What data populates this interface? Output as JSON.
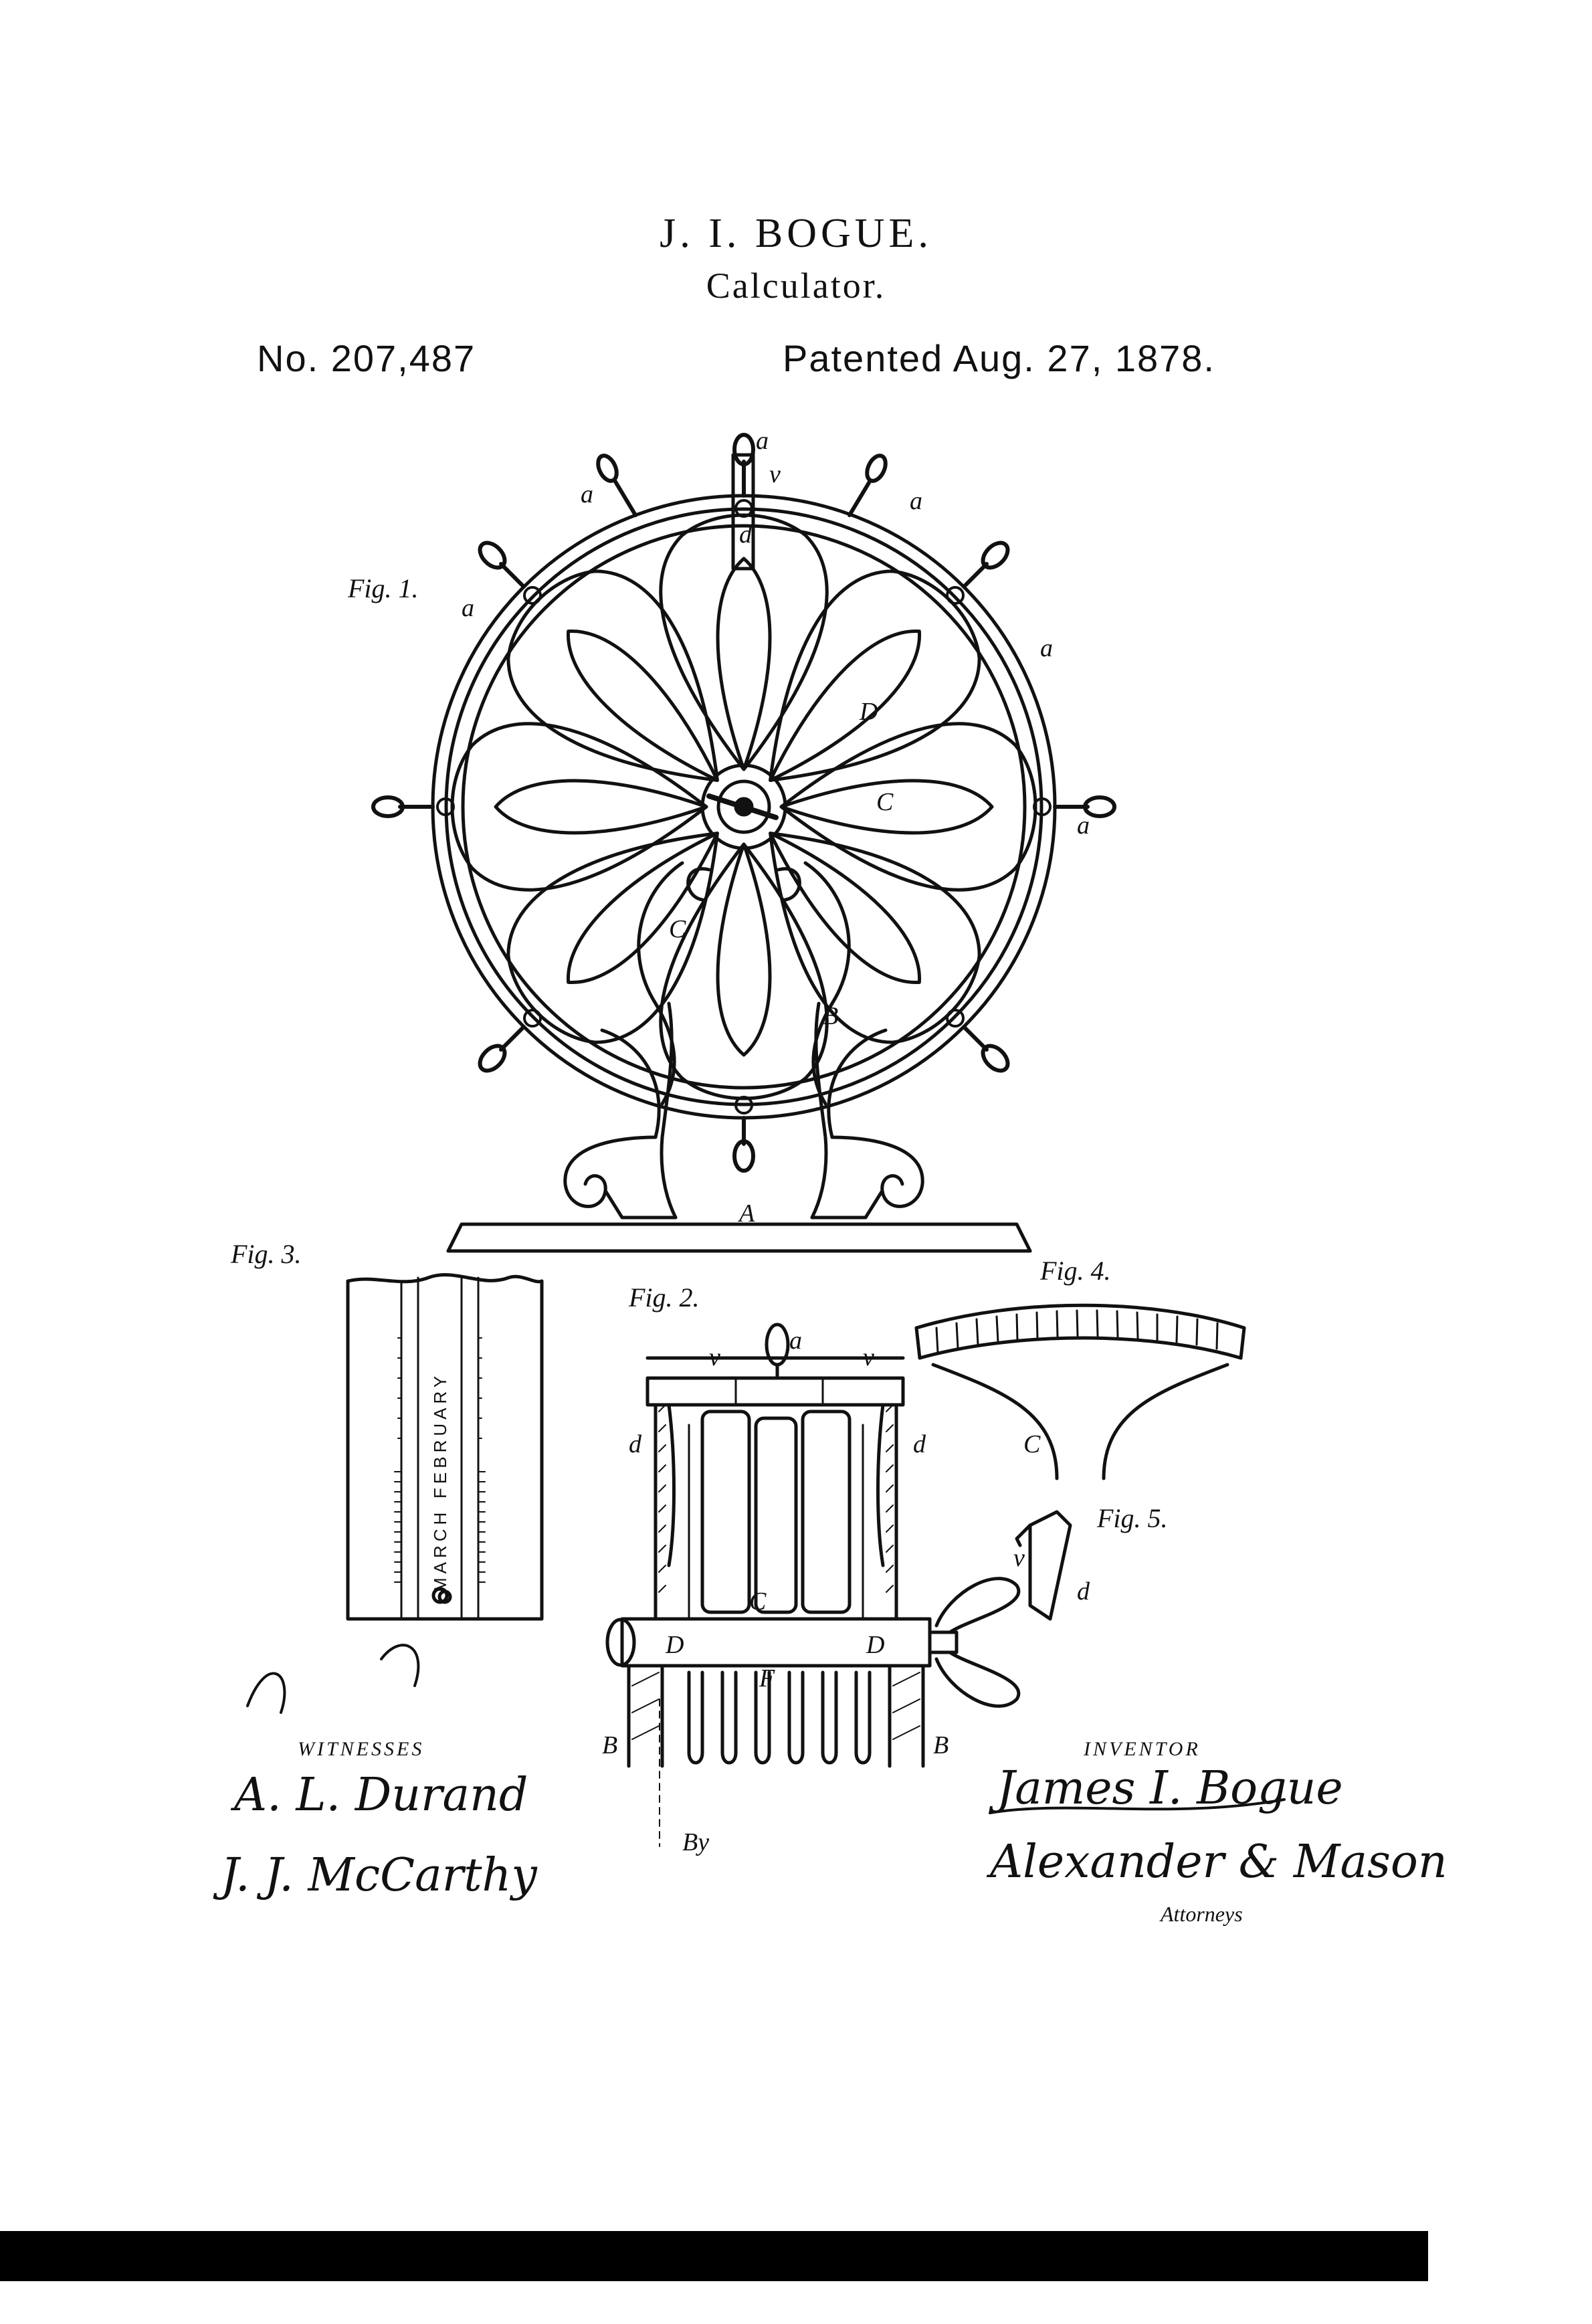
{
  "header": {
    "inventor": "J. I. BOGUE.",
    "subject": "Calculator.",
    "patent_number": "No. 207,487",
    "patented_date": "Patented Aug. 27, 1878."
  },
  "figures": {
    "fig1": "Fig. 1.",
    "fig2": "Fig. 2.",
    "fig3": "Fig. 3.",
    "fig4": "Fig. 4.",
    "fig5": "Fig. 5."
  },
  "labels": {
    "a": "a",
    "v": "v",
    "d": "d",
    "D": "D",
    "C": "C",
    "c": "c",
    "B": "B",
    "A": "A",
    "F": "F"
  },
  "fig3_months": {
    "february": "FEBRUARY",
    "march": "MARCH"
  },
  "signatures": {
    "witnesses_heading": "WITNESSES",
    "witness_1": "A. L. Durand",
    "witness_2": "J. J. McCarthy",
    "inventor_heading": "INVENTOR",
    "inventor_signature": "James I. Bogue",
    "attorney_signature": "Alexander & Mason",
    "attorneys_label": "Attorneys",
    "by": "By"
  }
}
